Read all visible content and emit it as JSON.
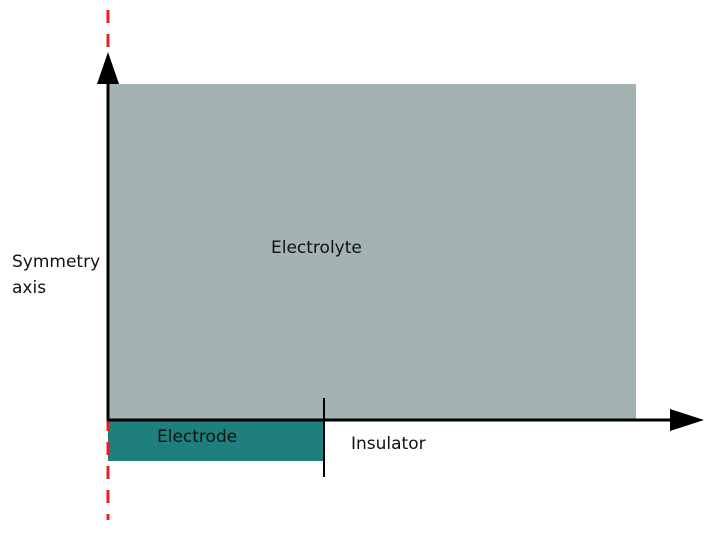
{
  "colors": {
    "electrolyte_fill": "#a2b3b2",
    "electrode_fill": "#1f7f7c",
    "axis": "#000000",
    "symmetry_line": "#e0221f",
    "text": "#111111"
  },
  "labels": {
    "electrolyte": "Electrolyte",
    "electrode": "Electrode",
    "insulator": "Insulator",
    "symmetry_axis_line1": "Symmetry",
    "symmetry_axis_line2": "axis"
  }
}
